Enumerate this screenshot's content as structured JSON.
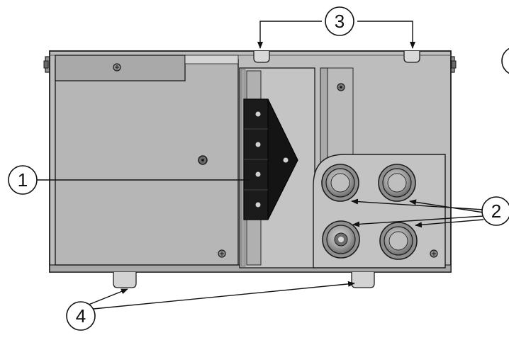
{
  "figure": {
    "type": "technical-drawing",
    "subject": "enclosure-front-view",
    "colors": {
      "background": "#ffffff",
      "panel": "#b9b9b9",
      "panel_light": "#c6c6c6",
      "panel_dark": "#a9a9a9",
      "outline": "#1c1c1c",
      "terminal_block": "#111111",
      "gland": "#9a9a9a"
    }
  },
  "callouts": [
    {
      "id": "1",
      "label": "1",
      "refers_to": "terminal-block"
    },
    {
      "id": "2",
      "label": "2",
      "refers_to": "cable-glands"
    },
    {
      "id": "3",
      "label": "3",
      "refers_to": "top-slots"
    },
    {
      "id": "4",
      "label": "4",
      "refers_to": "bottom-mounting-feet"
    },
    {
      "id": "5",
      "label": "",
      "refers_to": "partially-visible-callout"
    }
  ]
}
